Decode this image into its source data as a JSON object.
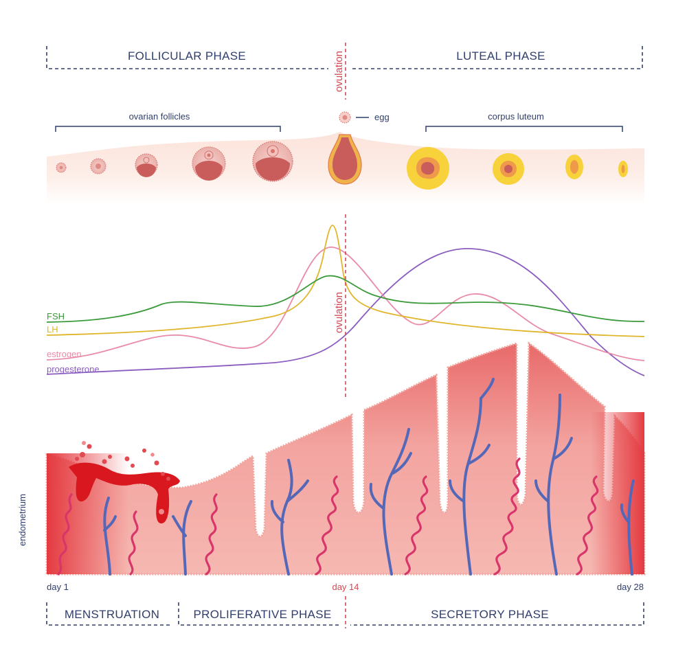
{
  "phases_top": {
    "follicular": "FOLLICULAR PHASE",
    "luteal": "LUTEAL PHASE",
    "ovulation": "ovulation"
  },
  "ovary": {
    "follicles_label": "ovarian follicles",
    "egg_label": "egg",
    "corpus_luteum_label": "corpus luteum"
  },
  "hormones": {
    "ovulation": "ovulation",
    "series": [
      {
        "name": "FSH",
        "color": "#3a9a3a"
      },
      {
        "name": "LH",
        "color": "#e0b52a"
      },
      {
        "name": "estrogen",
        "color": "#e98aa6"
      },
      {
        "name": "progesterone",
        "color": "#8a5cc0"
      }
    ]
  },
  "endometrium": {
    "label": "endometrium",
    "colors": {
      "tissue": "#e04a50",
      "blood": "#d8171f",
      "vessel": "#5568b8",
      "gland": "#d8356a"
    }
  },
  "days": {
    "start": "day 1",
    "mid": "day 14",
    "end": "day 28"
  },
  "phases_bottom": {
    "menstruation": "MENSTRUATION",
    "proliferative": "PROLIFERATIVE PHASE",
    "secretory": "SECRETORY PHASE"
  }
}
